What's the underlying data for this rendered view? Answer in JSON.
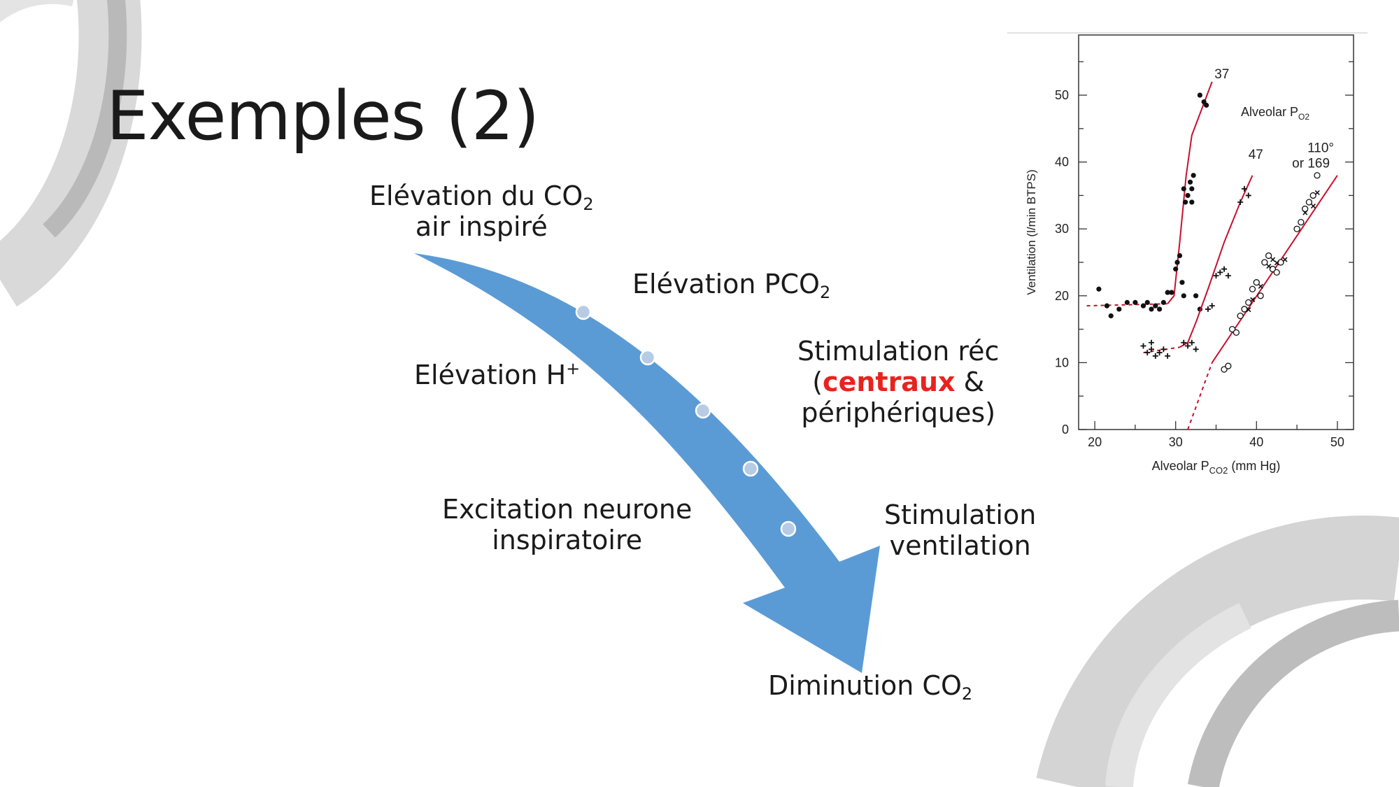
{
  "slide": {
    "title": "Exemples (2)",
    "accent_color": "#5b9bd5",
    "highlight_color": "#e8231e",
    "decor_color": "#c8c8c8"
  },
  "flow": {
    "top_line1": "Elévation du CO",
    "top_line1_sub": "2",
    "top_line2": "air inspiré",
    "pco2": "Elévation PCO",
    "pco2_sub": "2",
    "h_plus": "Elévation H",
    "h_plus_sup": "+",
    "stim_rec_line1": "Stimulation réc",
    "stim_rec_open": "(",
    "stim_rec_highlight": "centraux",
    "stim_rec_amp": " &",
    "stim_rec_line3": "périphériques)",
    "excitation_line1": "Excitation neurone",
    "excitation_line2": "inspiratoire",
    "stim_vent_line1": "Stimulation",
    "stim_vent_line2": "ventilation",
    "bottom": "Diminution CO",
    "bottom_sub": "2"
  },
  "chart_data": {
    "type": "scatter",
    "xlabel": "Alveolar P",
    "xlabel_sub": "CO2",
    "xlabel_unit": " (mm Hg)",
    "ylabel": "Ventilation (l/min BTPS)",
    "legend_title": "Alveolar P",
    "legend_sub": "O2",
    "xlim": [
      18,
      52
    ],
    "ylim": [
      0,
      59
    ],
    "xticks": [
      20,
      30,
      40,
      50
    ],
    "yticks": [
      0,
      10,
      20,
      30,
      40,
      50
    ],
    "line_color": "#c8102e",
    "series": [
      {
        "name": "37",
        "marker": "dot",
        "points": [
          [
            20.5,
            21
          ],
          [
            21.5,
            18.5
          ],
          [
            22,
            17
          ],
          [
            23,
            18
          ],
          [
            24,
            19
          ],
          [
            25,
            19
          ],
          [
            26,
            18.5
          ],
          [
            26.5,
            19
          ],
          [
            27,
            18
          ],
          [
            27.5,
            18.5
          ],
          [
            28,
            18
          ],
          [
            28.5,
            19
          ],
          [
            29,
            20.5
          ],
          [
            29.5,
            20.5
          ],
          [
            30,
            24
          ],
          [
            30.2,
            25
          ],
          [
            30.5,
            26
          ],
          [
            30.8,
            22
          ],
          [
            31,
            20
          ],
          [
            31,
            36
          ],
          [
            31.2,
            34
          ],
          [
            31.5,
            35
          ],
          [
            31.8,
            37
          ],
          [
            32,
            36
          ],
          [
            32.2,
            38
          ],
          [
            32,
            34
          ],
          [
            33,
            50
          ],
          [
            33.5,
            49
          ],
          [
            33.8,
            48.5
          ],
          [
            32.5,
            20
          ],
          [
            33,
            18
          ]
        ],
        "curve": [
          [
            19,
            18.5
          ],
          [
            29,
            18.8
          ],
          [
            29.8,
            20
          ],
          [
            30.5,
            28
          ],
          [
            31.3,
            38
          ],
          [
            32,
            44
          ],
          [
            34.5,
            52
          ]
        ]
      },
      {
        "name": "47",
        "marker": "plus",
        "points": [
          [
            26,
            12.5
          ],
          [
            26.5,
            11.5
          ],
          [
            27,
            12
          ],
          [
            27.5,
            11
          ],
          [
            28,
            11.5
          ],
          [
            28.5,
            12
          ],
          [
            29,
            11
          ],
          [
            27,
            13
          ],
          [
            31,
            13
          ],
          [
            31.5,
            12.5
          ],
          [
            32,
            13
          ],
          [
            32.5,
            12
          ],
          [
            34,
            18
          ],
          [
            34.5,
            18.5
          ],
          [
            35,
            23
          ],
          [
            35.5,
            23.5
          ],
          [
            36,
            24
          ],
          [
            36.5,
            23
          ],
          [
            38,
            34
          ],
          [
            38.5,
            36
          ],
          [
            39,
            35
          ]
        ],
        "curve": [
          [
            26,
            11.5
          ],
          [
            30.5,
            12.3
          ],
          [
            31.5,
            13
          ],
          [
            32.5,
            16
          ],
          [
            34,
            21
          ],
          [
            36,
            28
          ],
          [
            38,
            34
          ],
          [
            39.5,
            38
          ]
        ]
      },
      {
        "name": "110° or 169",
        "label_line1": "110°",
        "label_line2": "or 169",
        "marker": "circle",
        "points": [
          [
            36,
            9
          ],
          [
            36.5,
            9.5
          ],
          [
            37,
            15
          ],
          [
            37.5,
            14.5
          ],
          [
            38,
            17
          ],
          [
            38.5,
            18
          ],
          [
            39,
            19
          ],
          [
            39.5,
            21
          ],
          [
            40,
            22
          ],
          [
            40.5,
            20
          ],
          [
            41,
            25
          ],
          [
            41.5,
            26
          ],
          [
            42,
            24
          ],
          [
            42.5,
            23.5
          ],
          [
            43,
            25
          ],
          [
            45,
            30
          ],
          [
            45.5,
            31
          ],
          [
            46,
            33
          ],
          [
            46.5,
            34
          ],
          [
            47,
            35
          ],
          [
            47.5,
            38
          ]
        ],
        "markers_x": [
          [
            38.5,
            17.5
          ],
          [
            39,
            19
          ],
          [
            40,
            21
          ],
          [
            41,
            24
          ],
          [
            41.5,
            25
          ],
          [
            42,
            24.5
          ],
          [
            43,
            25
          ],
          [
            45.5,
            32
          ],
          [
            46.5,
            33
          ],
          [
            47,
            35
          ]
        ],
        "curve_dashed": [
          [
            31.5,
            0
          ],
          [
            34.5,
            10
          ]
        ],
        "curve": [
          [
            34.5,
            10
          ],
          [
            50,
            38
          ]
        ]
      }
    ]
  }
}
